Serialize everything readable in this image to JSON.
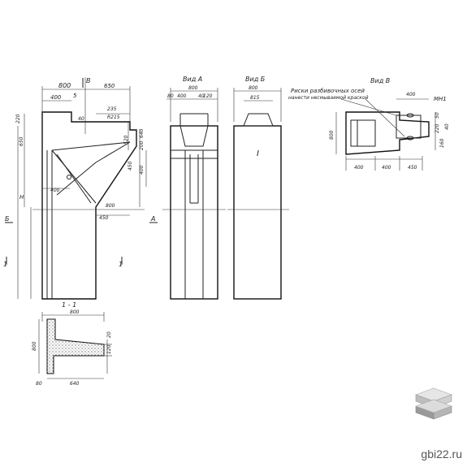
{
  "logo": {
    "site": "gbi22.ru"
  },
  "views": {
    "view_v_left_label": "В",
    "view_a_title": "Вид А",
    "view_b_title": "Вид Б",
    "view_v_title": "Вид В",
    "section_title": "1 - 1",
    "section_mark": "1",
    "cut_b": "Б",
    "cut_a": "А",
    "note": "Риски разбивочных осей нанести несмываемой краской",
    "mn1": "МН1",
    "mark_i": "I"
  },
  "dims": {
    "left": [
      "800",
      "400",
      "5",
      "650",
      "235",
      "40",
      "R215",
      "220",
      "520",
      "650",
      "450",
      "640",
      "200",
      "400",
      "400",
      "800",
      "450",
      "H"
    ],
    "a": [
      "400",
      "800",
      "80",
      "120",
      "40"
    ],
    "b": [
      "800",
      "815"
    ],
    "v": [
      "400",
      "800",
      "400",
      "400",
      "450",
      "50",
      "220",
      "160",
      "40"
    ],
    "section": [
      "800",
      "800",
      "120",
      "20",
      "80",
      "640"
    ]
  }
}
